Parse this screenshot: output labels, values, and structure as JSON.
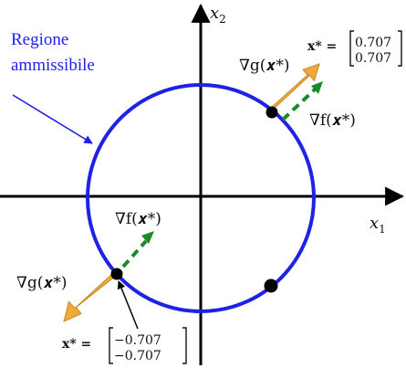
{
  "region": {
    "label_line1": "Regione",
    "label_line2": "ammissibile"
  },
  "axes": {
    "x_name": "x",
    "x_sub": "1",
    "y_name": "x",
    "y_sub": "2"
  },
  "upper_point": {
    "grad_g_label": "∇g(𝒙*)",
    "grad_f_label": "∇f(𝒙*)",
    "x_star_label": "x* =",
    "vector_top": "0.707",
    "vector_bottom": "0.707"
  },
  "lower_point": {
    "grad_g_label": "∇g(𝒙*)",
    "grad_f_label": "∇f(𝒙*)",
    "x_star_label": "x* =",
    "vector_top": "−0.707",
    "vector_bottom": "−0.707"
  },
  "colors": {
    "circle": "#1f22e6",
    "grad_g_arrow": "#f2a93b",
    "grad_f_arrow": "#1a8a2a",
    "axes": "#000000"
  }
}
